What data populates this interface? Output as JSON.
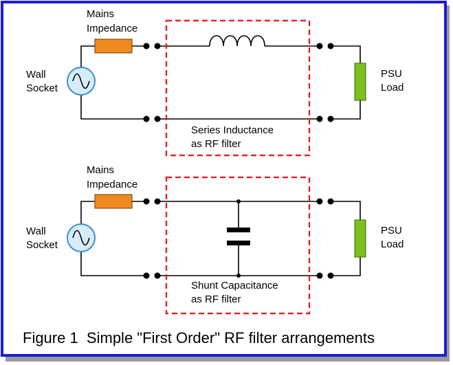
{
  "figure": {
    "caption": "Figure 1  Simple \"First Order\" RF filter arrangements",
    "colors": {
      "border": "#1c1cd8",
      "resistor_fill": "#f08a1e",
      "load_fill": "#7fbf1e",
      "source_fill": "#d6ecfb",
      "source_stroke": "#3a8fd0",
      "dashed_box": "#e0242a",
      "wire": "#000000"
    }
  },
  "top_circuit": {
    "mains_label_line1": "Mains",
    "mains_label_line2": "Impedance",
    "source_label_line1": "Wall",
    "source_label_line2": "Socket",
    "load_label_line1": "PSU",
    "load_label_line2": "Load",
    "filter_label_line1": "Series Inductance",
    "filter_label_line2": "as RF filter",
    "filter_component": "inductor-icon"
  },
  "bottom_circuit": {
    "mains_label_line1": "Mains",
    "mains_label_line2": "Impedance",
    "source_label_line1": "Wall",
    "source_label_line2": "Socket",
    "load_label_line1": "PSU",
    "load_label_line2": "Load",
    "filter_label_line1": "Shunt Capacitance",
    "filter_label_line2": "as RF filter",
    "filter_component": "capacitor-icon"
  }
}
